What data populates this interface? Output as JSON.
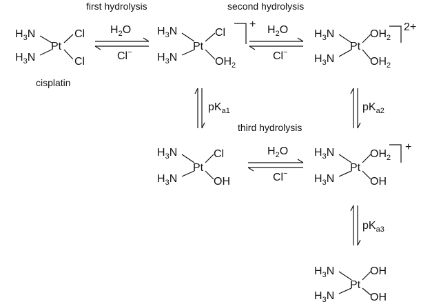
{
  "labels": {
    "first_hydrolysis": "first hydrolysis",
    "second_hydrolysis": "second hydrolysis",
    "third_hydrolysis": "third hydrolysis",
    "cisplatin": "cisplatin"
  },
  "reagents": {
    "water_main": "H",
    "water_sub": "2",
    "water_tail": "O",
    "chloride_main": "Cl",
    "chloride_sup": "−"
  },
  "pka": {
    "main": "pK",
    "sub_a1": "a1",
    "sub_a2": "a2",
    "sub_a3": "a3"
  },
  "atoms": {
    "pt": "Pt",
    "h": "H",
    "n": "N",
    "three": "3",
    "cl": "Cl",
    "oh": "OH",
    "o": "O",
    "two": "2"
  },
  "charges": {
    "plus": "+",
    "two_plus": "2+"
  }
}
